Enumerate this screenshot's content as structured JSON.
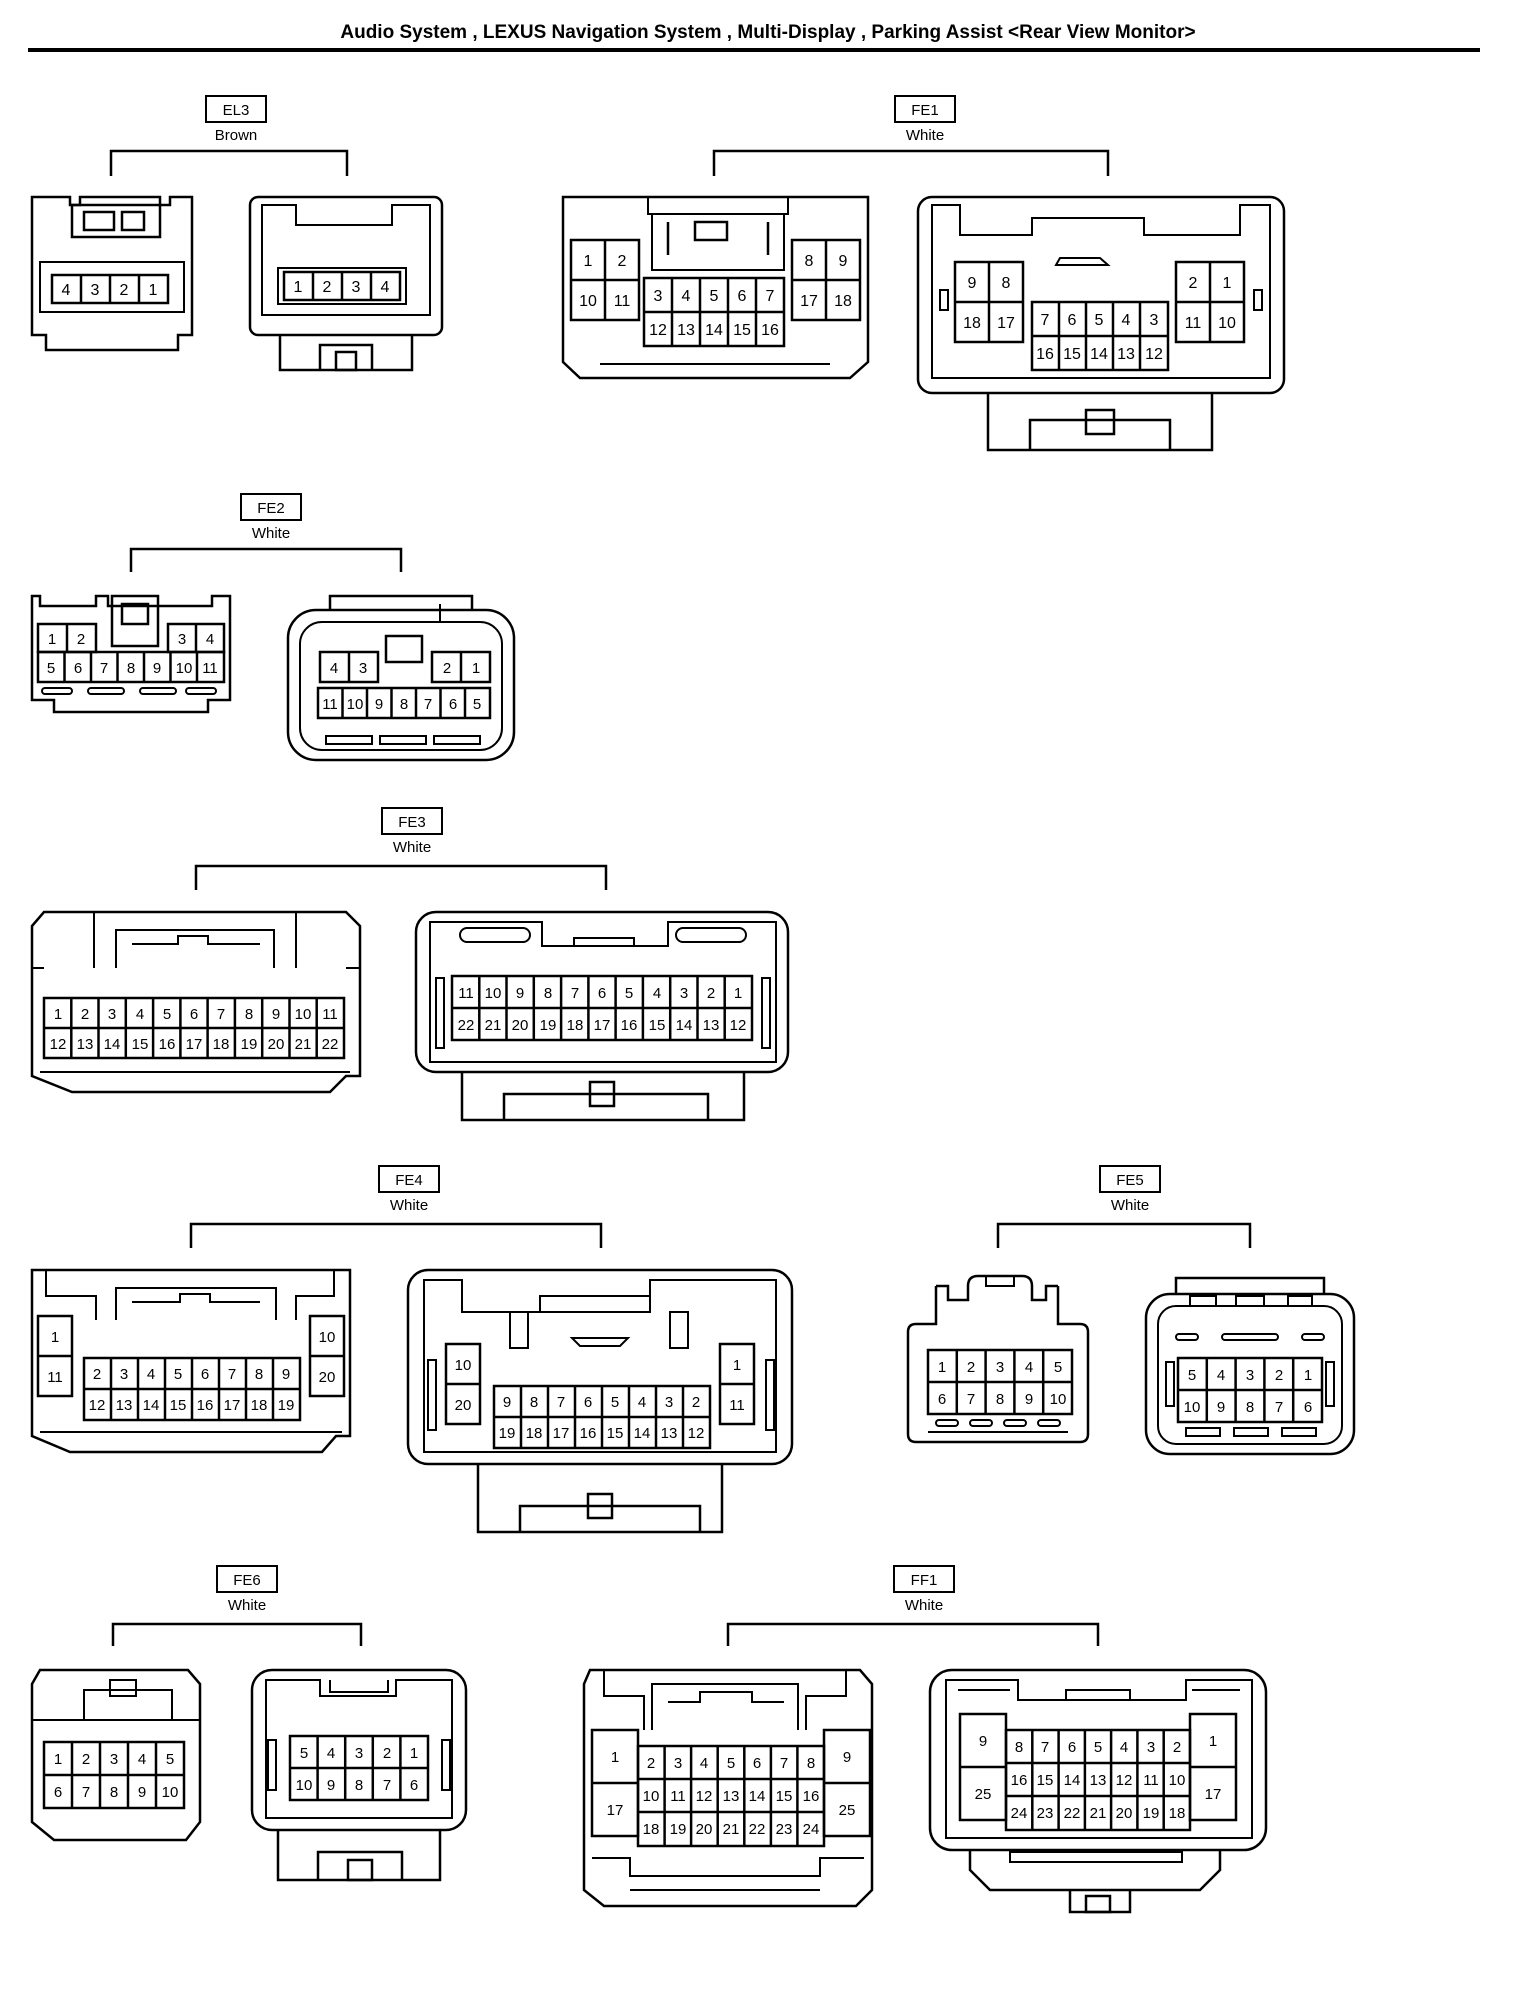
{
  "title": "Audio System , LEXUS Navigation System , Multi-Display , Parking Assist <Rear View Monitor>",
  "connectors": [
    {
      "code": "EL3",
      "color": "Brown"
    },
    {
      "code": "FE1",
      "color": "White"
    },
    {
      "code": "FE2",
      "color": "White"
    },
    {
      "code": "FE3",
      "color": "White"
    },
    {
      "code": "FE4",
      "color": "White"
    },
    {
      "code": "FE5",
      "color": "White"
    },
    {
      "code": "FE6",
      "color": "White"
    },
    {
      "code": "FF1",
      "color": "White"
    }
  ]
}
